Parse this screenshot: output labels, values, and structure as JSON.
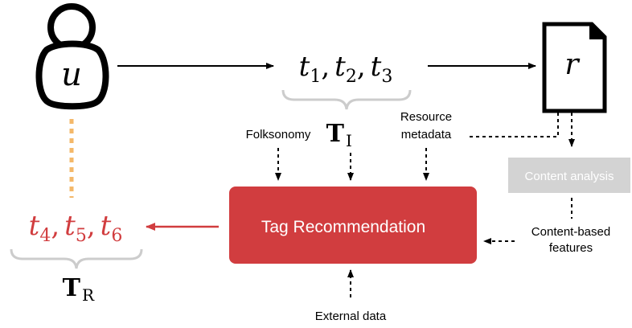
{
  "user": {
    "symbol": "u"
  },
  "resource": {
    "symbol": "r"
  },
  "input_tags": {
    "t1": "t",
    "s1": "1",
    "t2": "t",
    "s2": "2",
    "t3": "t",
    "s3": "3",
    "sep": ","
  },
  "input_set": {
    "symbol": "T",
    "subscript": "I"
  },
  "output_tags": {
    "t1": "t",
    "s1": "4",
    "t2": "t",
    "s2": "5",
    "t3": "t",
    "s3": "6",
    "sep": ","
  },
  "output_set": {
    "symbol": "T",
    "subscript": "R"
  },
  "labels": {
    "folksonomy": "Folksonomy",
    "resource_metadata_1": "Resource",
    "resource_metadata_2": "metadata",
    "content_analysis": "Content analysis",
    "content_features_1": "Content-based",
    "content_features_2": "features",
    "external_data": "External data"
  },
  "main_box": {
    "label": "Tag Recommendation"
  },
  "colors": {
    "recommendation_red": "#d13d3f",
    "output_red": "#d13d3f",
    "content_box_gray": "#d3d3d3",
    "dotted_orange": "#f4b86a",
    "brace_gray": "#cccccc",
    "ink": "#000000"
  }
}
